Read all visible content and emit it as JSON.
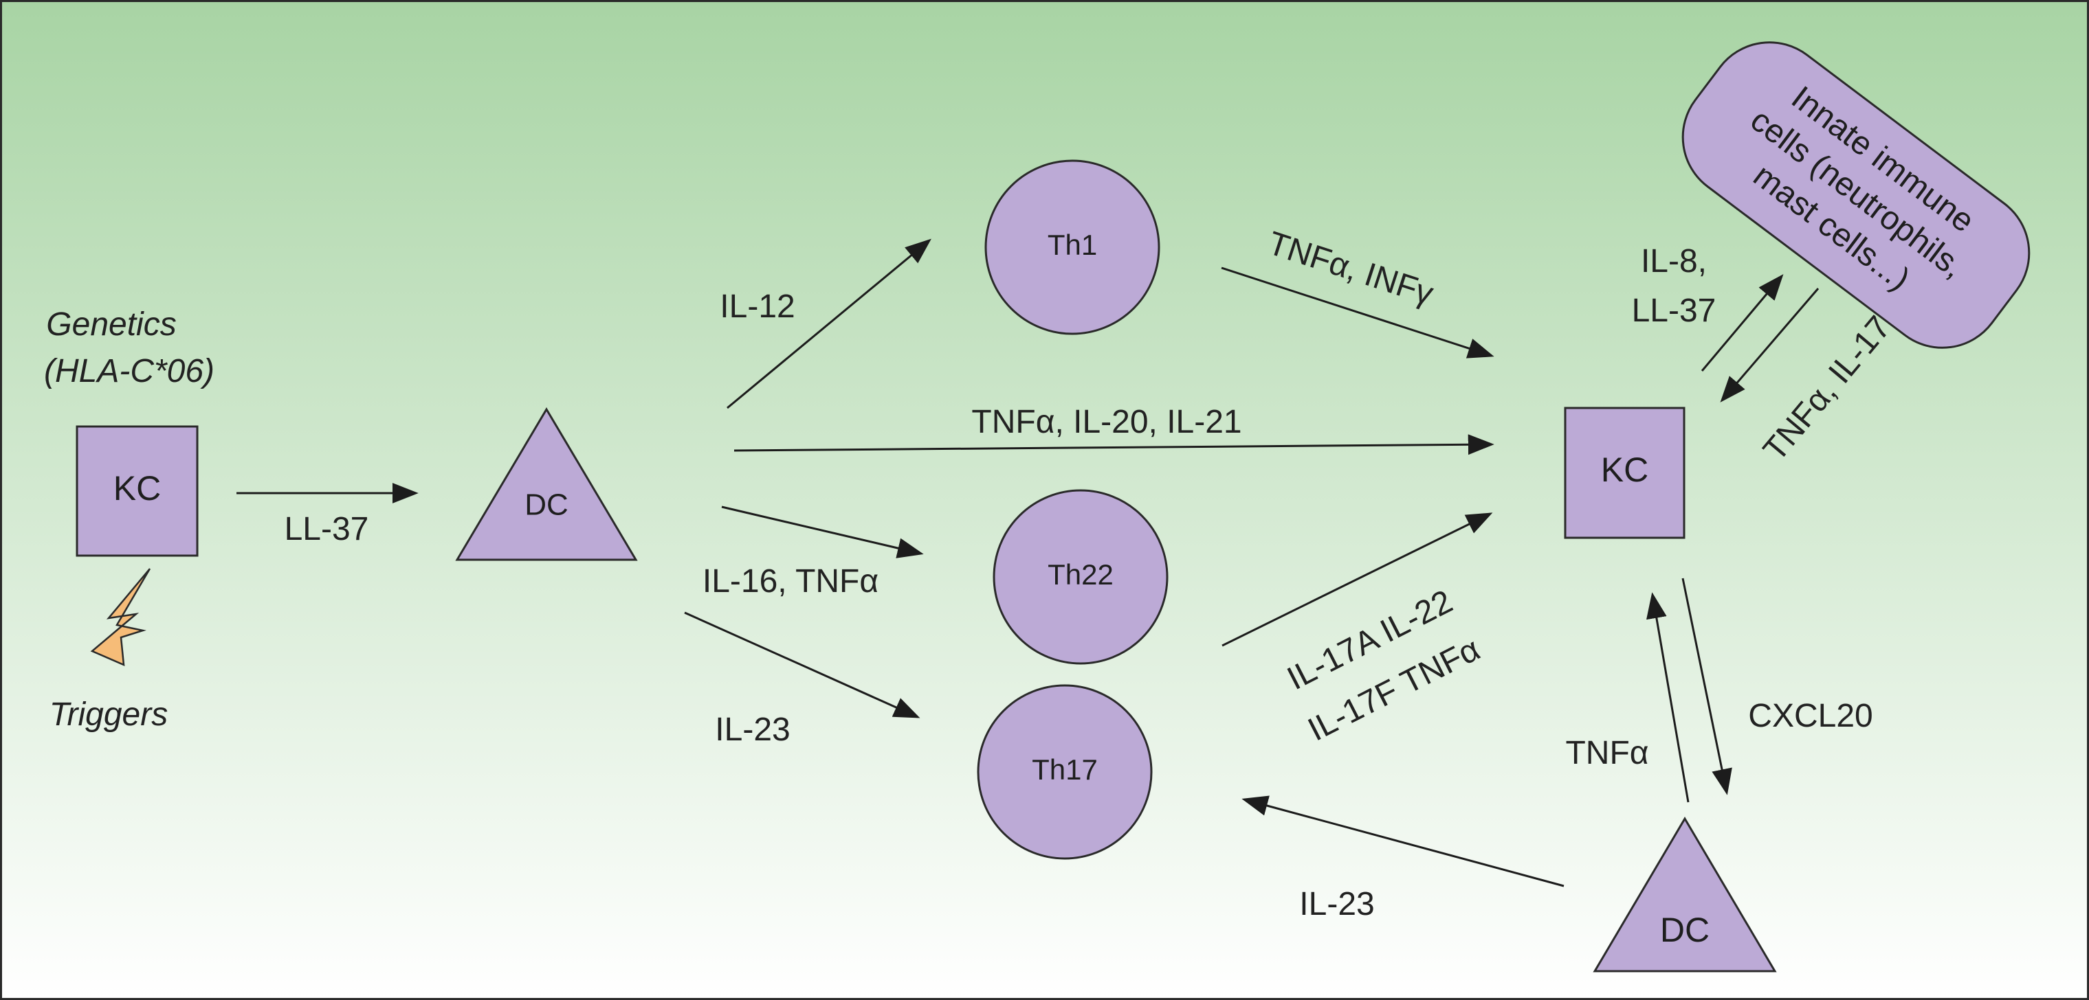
{
  "colors": {
    "background_top": "#a8d4a4",
    "background_bottom": "#ffffff",
    "node_fill": "#bcaad6",
    "bolt_fill": "#f6bc78",
    "outline": "#2a2a2a"
  },
  "nodes": {
    "kc_left": "KC",
    "dc_left": "DC",
    "th1": "Th1",
    "th22": "Th22",
    "th17": "Th17",
    "kc_right": "KC",
    "dc_right": "DC",
    "innate": [
      "Innate immune",
      "cells (neutrophils,",
      "mast cells...)"
    ]
  },
  "labels": {
    "genetics_line1": "Genetics",
    "genetics_line2": "(HLA-C*06)",
    "triggers": "Triggers",
    "ll37": "LL-37",
    "il12": "IL-12",
    "il16_tnfa": "IL-16, TNFα",
    "il23_left": "IL-23",
    "tnfa_infg": "TNFα, INFγ",
    "tnfa_il20_il21": "TNFα, IL-20, IL-21",
    "il17a_il22": "IL-17A  IL-22",
    "il17f_tnfa": "IL-17F  TNFα",
    "il8": "IL-8,",
    "ll37_right": "LL-37",
    "tnfa_il17": "TNFα, IL-17",
    "cxcl20": "CXCL20",
    "tnfa_right": "TNFα",
    "il23_bottom": "IL-23"
  },
  "icons": {
    "lightning": "lightning-bolt-icon"
  }
}
